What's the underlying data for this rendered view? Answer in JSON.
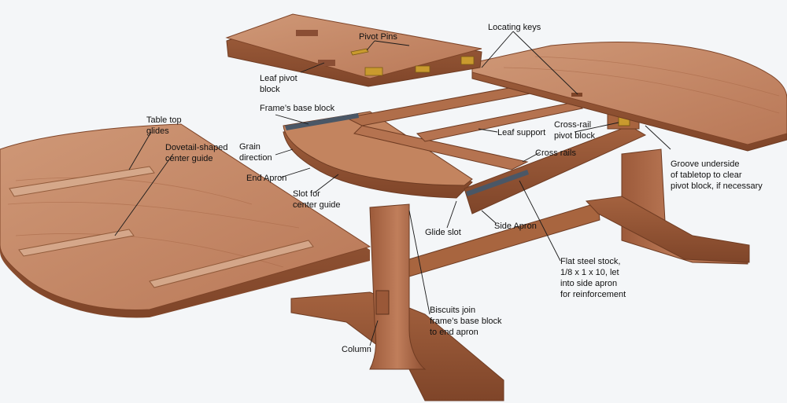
{
  "labels": {
    "pivot_pins": "Pivot Pins",
    "locating_keys": "Locating keys",
    "leaf_pivot_block": [
      "Leaf pivot",
      "block"
    ],
    "frames_base_block": "Frame’s base block",
    "table_top_glides": [
      "Table top",
      "glides"
    ],
    "grain_direction": [
      "Grain",
      "direction"
    ],
    "dovetail_center_guide": [
      "Dovetail-shaped",
      "center guide"
    ],
    "leaf_support": "Leaf support",
    "cross_rail_pivot_block": [
      "Cross-rail",
      "pivot block"
    ],
    "cross_rails": "Cross rails",
    "end_apron": "End Apron",
    "groove_underside": [
      "Groove underside",
      "of tabletop to clear",
      "pivot block, if necessary"
    ],
    "slot_center_guide": [
      "Slot for",
      "center guide"
    ],
    "glide_slot": "Glide slot",
    "side_apron": "Side Apron",
    "flat_steel": [
      "Flat steel stock,",
      "1/8 x 1 x 10, let",
      "into side apron",
      "for reinforcement"
    ],
    "biscuits": [
      "Biscuits join",
      "frame’s base block",
      "to end apron"
    ],
    "column": "Column"
  },
  "colors": {
    "background": "#f4f6f8",
    "wood_light": "#c98e6a",
    "wood_mid": "#b1704f",
    "wood_dark": "#8a4e34",
    "brass": "#c99a2e",
    "steel": "#4a5766",
    "leader": "#1a1a1a"
  }
}
